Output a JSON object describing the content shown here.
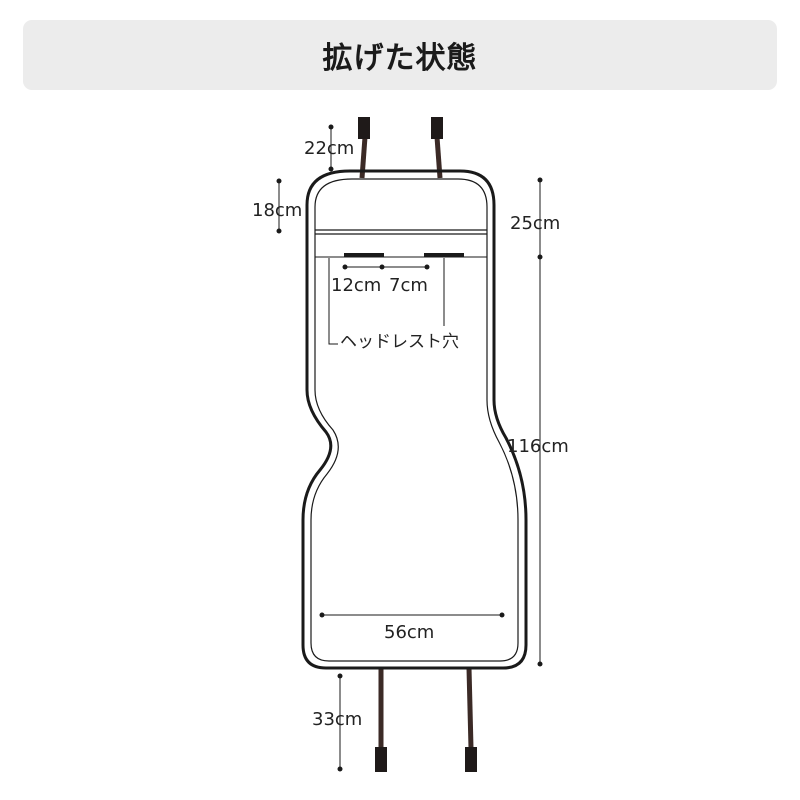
{
  "title": "拡げた状態",
  "labels": {
    "strap_top_length": "22cm",
    "top_pocket_height": "18cm",
    "headrest_hole_width": "12cm",
    "headrest_hole_gap": "7cm",
    "headrest_hole_label": "ヘッドレスト穴",
    "upper_section": "25cm",
    "total_length": "116cm",
    "width": "56cm",
    "strap_bottom_length": "33cm"
  },
  "colors": {
    "outline": "#1a1a1a",
    "strap": "#3b2a26",
    "buckle": "#1f1a19",
    "title_background": "#ececec"
  }
}
